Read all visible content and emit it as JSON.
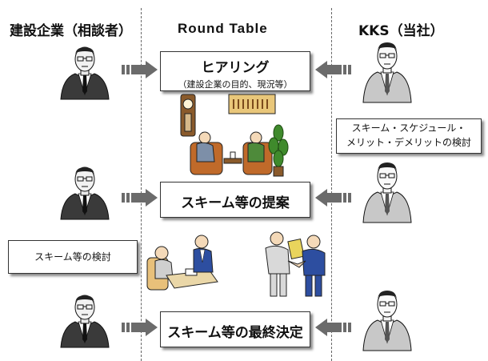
{
  "columns": {
    "client": "建設企業（相談者）",
    "middle": "Round Table",
    "kks": "KKS（当社）"
  },
  "stages": [
    {
      "title": "ヒアリング",
      "subtitle": "（建設企業の目的、現況等）"
    },
    {
      "title": "スキーム等の提案"
    },
    {
      "title": "スキーム等の最終決定"
    }
  ],
  "notes": {
    "kks_review": [
      "スキーム・スケジュール・",
      "メリット・デメリットの検討"
    ],
    "client_review": "スキーム等の検討"
  },
  "icons": {
    "client_person": "businessman-dark-suit-icon",
    "kks_person": "businessman-light-suit-icon",
    "arrow": "block-arrow-icon",
    "meeting_scene": "consultation-living-room-illustration",
    "table_scene": "discussion-at-table-illustration",
    "handshake_scene": "handshake-illustration"
  },
  "colors": {
    "arrow": "#6b6b6b",
    "client_suit": "#3a3a3a",
    "kks_suit": "#c8c8c8",
    "box_shadow": "#888888"
  }
}
